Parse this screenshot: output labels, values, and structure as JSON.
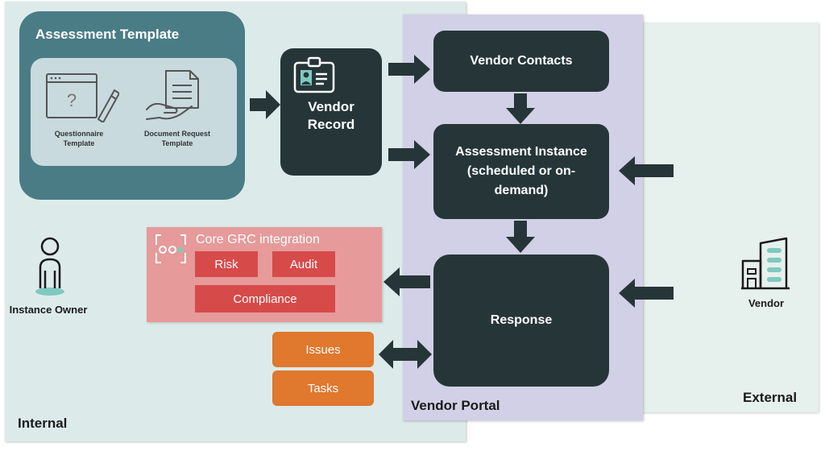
{
  "zones": {
    "internal_label": "Internal",
    "portal_label": "Vendor Portal",
    "external_label": "External"
  },
  "template": {
    "title": "Assessment Template",
    "questionnaire_label": "Questionnaire Template",
    "document_request_label": "Document Request Template"
  },
  "vendor_record": {
    "label": "Vendor Record"
  },
  "vendor_contacts": {
    "label": "Vendor Contacts"
  },
  "assessment_instance": {
    "label": "Assessment Instance (scheduled or on-demand)"
  },
  "response": {
    "label": "Response"
  },
  "grc": {
    "title": "Core GRC integration",
    "risk": "Risk",
    "audit": "Audit",
    "compliance": "Compliance"
  },
  "work_items": {
    "issues": "Issues",
    "tasks": "Tasks"
  },
  "instance_owner": {
    "label": "Instance Owner"
  },
  "vendor": {
    "label": "Vendor"
  },
  "colors": {
    "dark_box": "#263638",
    "template_box": "#4a7c86",
    "portal": "#d2d0e6",
    "grc_bg": "#e69a9a",
    "grc_chip": "#d74a4a",
    "orange": "#e0782e"
  }
}
